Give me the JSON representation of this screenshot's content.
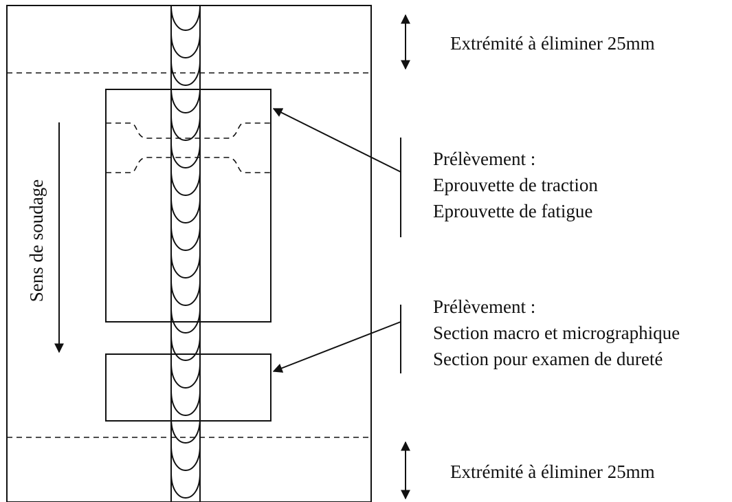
{
  "labels": {
    "top_end": "Extrémité à éliminer 25mm",
    "bottom_end": "Extrémité à éliminer 25mm",
    "welding_direction": "Sens de soudage",
    "sample1_title": "Prélèvement :",
    "sample1_line1": "Eprouvette de traction",
    "sample1_line2": "Eprouvette de fatigue",
    "sample2_title": "Prélèvement :",
    "sample2_line1": "Section macro et micrographique",
    "sample2_line2": "Section pour examen de dureté"
  }
}
